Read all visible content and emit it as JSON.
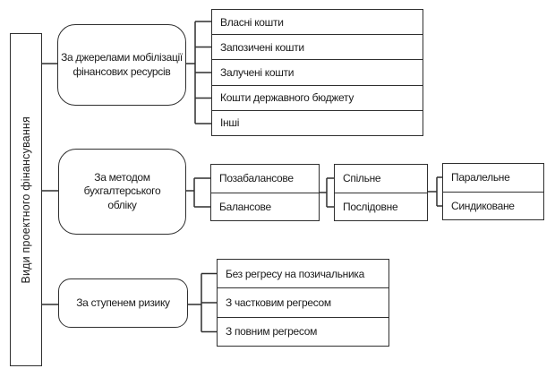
{
  "diagram": {
    "root_label": "Види проектного фінансування",
    "branches": [
      {
        "label": "За джерелами мобілізації фінансових ресурсів",
        "items": [
          "Власні кошти",
          "Запозичені кошти",
          "Залучені кошти",
          "Кошти державного бюджету",
          "Інші"
        ]
      },
      {
        "label": "За методом бухгалтерського обліку",
        "groups": [
          [
            "Позабалансове",
            "Балансове"
          ],
          [
            "Спільне",
            "Послідовне"
          ],
          [
            "Паралельне",
            "Синдиковане"
          ]
        ]
      },
      {
        "label": "За ступенем ризику",
        "items": [
          "Без регресу на позичальника",
          "З частковим регресом",
          "З повним регресом"
        ]
      }
    ],
    "colors": {
      "line": "#2f2f2f",
      "text": "#1a1a1a",
      "background": "#ffffff"
    }
  }
}
